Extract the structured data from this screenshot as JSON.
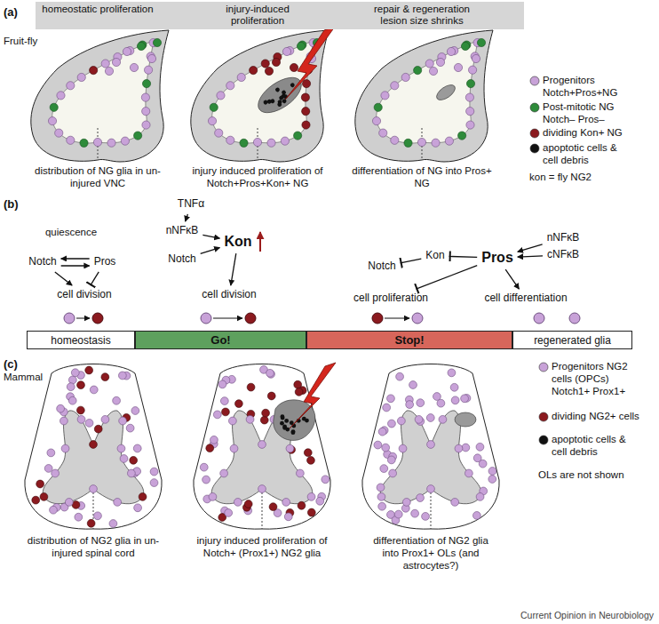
{
  "diagram": {
    "nodes": [
      {
        "text": [
          "homeostatic proliferation",
          "injury-induced proliferation",
          "repair & regeneration lesion size shrinks"
        ]
      },
      {
        "text": [
          "Notch"
        ]
      },
      {
        "text": [
          "Pros"
        ]
      },
      {
        "text": [
          "cell division"
        ]
      },
      {
        "text": [
          "TNFα"
        ]
      },
      {
        "text": [
          "nNFκB"
        ]
      },
      {
        "text": [
          "Notch"
        ]
      },
      {
        "text": [
          "Kon"
        ]
      },
      {
        "text": [
          "cell division"
        ]
      },
      {
        "text": [
          "Notch"
        ]
      },
      {
        "text": [
          "Kon"
        ]
      },
      {
        "text": [
          "Pros"
        ]
      },
      {
        "text": [
          "nNFκB"
        ]
      },
      {
        "text": [
          "cNFκB"
        ]
      },
      {
        "text": [
          "cell proliferation"
        ]
      },
      {
        "text": [
          "cell differentiation"
        ]
      },
      {
        "text": [
          "homeostasis"
        ]
      },
      {
        "text": [
          "Go!"
        ]
      },
      {
        "text": [
          "Stop!"
        ]
      },
      {
        "text": [
          "regenerated glia"
        ]
      }
    ],
    "edges": [
      {
        "from": 2,
        "to": 1,
        "arrow": "to"
      },
      {
        "from": 1,
        "to": 2,
        "arrow": "to"
      },
      {
        "from": 1,
        "to": 3,
        "arrow": "to"
      },
      {
        "from": 2,
        "to": 3,
        "arrow": "to"
      },
      {
        "from": 4,
        "to": 5,
        "arrow": "to"
      },
      {
        "from": 5,
        "to": 7,
        "arrow": "to"
      },
      {
        "from": 6,
        "to": 7,
        "arrow": "to"
      },
      {
        "from": 7,
        "to": 8,
        "arrow": "to"
      },
      {
        "from": 10,
        "to": 9,
        "arrow": "to"
      },
      {
        "from": 11,
        "to": 10,
        "arrow": "to"
      },
      {
        "from": 12,
        "to": 11,
        "arrow": "to"
      },
      {
        "from": 13,
        "to": 11,
        "arrow": "to"
      },
      {
        "from": 11,
        "to": 14,
        "arrow": "to"
      },
      {
        "from": 11,
        "to": 15,
        "arrow": "to"
      }
    ],
    "labels": [
      "(a)",
      "Fruit-fly",
      "distribution of NG glia in un-injured VNC",
      "injury induced proliferation of Notch+Pros+Kon+ NG",
      "differentiation of NG into Pros+ NG",
      "kon = fly NG2",
      "(b)",
      "quiescence",
      "(c)",
      "Mammal",
      "distribution of NG2 glia in un-injured spinal cord",
      "injury induced proliferation of Notch+ (Prox1+) NG2 glia",
      "differentiation of NG2 glia into Prox1+ OLs (and astrocytes?)",
      "OLs are not shown",
      "Current Opinion in Neurobiology"
    ],
    "legend": [
      {
        "text": "Progenitors Notch+Pros+NG",
        "color": "#c8a2d8"
      },
      {
        "text": "Post-mitotic NG Notch– Pros–",
        "color": "#2e8b3a"
      },
      {
        "text": "dividing Kon+ NG",
        "color": "#8b1a1f"
      },
      {
        "text": "apoptotic cells & cell debris",
        "color": "#111111"
      },
      {
        "text": "Progenitors NG2 cells (OPCs) Notch1+ Prox1+",
        "color": "#c8a2d8"
      },
      {
        "text": "dividing NG2+ cells",
        "color": "#8b1a1f"
      },
      {
        "text": "apoptotic cells & cell debris",
        "color": "#111111"
      }
    ]
  }
}
